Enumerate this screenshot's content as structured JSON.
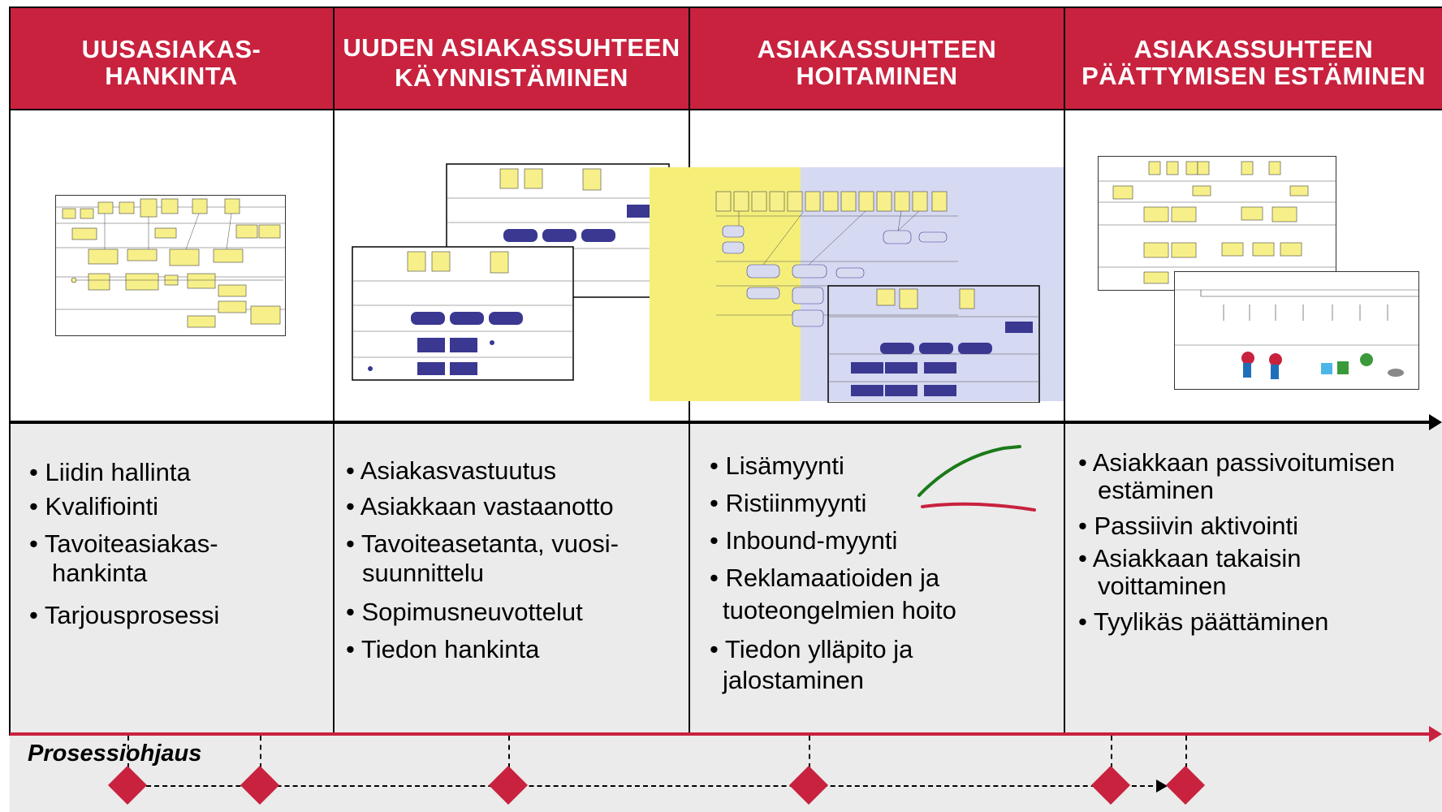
{
  "columns": [
    {
      "id": "col1",
      "title_lines": [
        "UUSASIAKAS-",
        "HANKINTA"
      ]
    },
    {
      "id": "col2",
      "title_lines": [
        "UUDEN ASIAKASSUHTEEN",
        "KÄYNNISTÄMINEN"
      ]
    },
    {
      "id": "col3",
      "title_lines": [
        "ASIAKASSUHTEEN",
        "HOITAMINEN"
      ]
    },
    {
      "id": "col4",
      "title_lines": [
        "ASIAKASSUHTEEN",
        "PÄÄTTYMISEN ESTÄMINEN"
      ]
    }
  ],
  "bullets": {
    "col1": [
      "• Liidin hallinta",
      "• Kvalifiointi",
      "• Tavoiteasiakas-",
      "hankinta",
      "• Tarjousprosessi"
    ],
    "col2": [
      "•  Asiakasvastuutus",
      "•  Asiakkaan vastaanotto",
      "•  Tavoiteasetanta,  vuosi-",
      "suunnittelu",
      "•  Sopimusneuvottelut",
      "•  Tiedon hankinta"
    ],
    "col3": [
      "• Lisämyynti",
      "• Ristiinmyynti",
      "• Inbound-myynti",
      "• Reklamaatioiden ja",
      "tuoteongelmien hoito",
      "• Tiedon ylläpito ja",
      "jalostaminen"
    ],
    "col4": [
      "• Asiakkaan passivoitumisen",
      "estäminen",
      "• Passiivin aktivointi",
      "• Asiakkaan takaisin",
      "voittaminen",
      "• Tyylikäs päättäminen"
    ]
  },
  "footer": {
    "label": "Prosessiohjaus"
  },
  "colors": {
    "brand_red": "#c8223f",
    "highlight_yellow": "#f5ef7a",
    "highlight_blue": "#d6d9f2",
    "process_blue": "#3a3891",
    "note_yellow": "#f7f08a"
  },
  "thumbnail_icons": [
    "process-diagram-icon",
    "swimlane-icon",
    "document-icon"
  ]
}
